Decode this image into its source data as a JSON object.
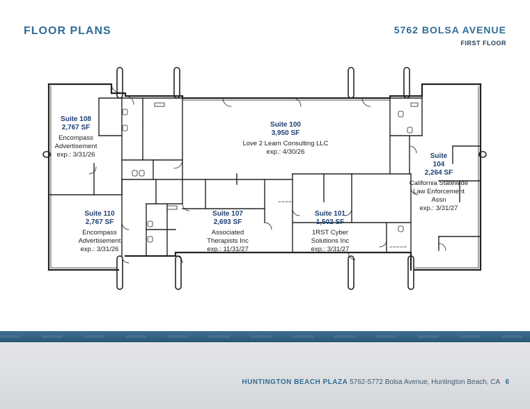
{
  "header": {
    "title": "FLOOR PLANS",
    "address": "5762 BOLSA AVENUE",
    "floor": "FIRST FLOOR"
  },
  "suites": [
    {
      "suite": "Suite 108",
      "sf": "2,767 SF",
      "tenant": "Encompass",
      "tenant2": "Advertisement",
      "exp": "exp.: 3/31/26"
    },
    {
      "suite": "Suite 100",
      "sf": "3,950 SF",
      "tenant": "Love 2 Learn Consulting LLC",
      "tenant2": "",
      "exp": "exp.: 4/30/26"
    },
    {
      "suite": "Suite",
      "suite2": "104",
      "sf": "2,264 SF",
      "tenant": "California Statewide",
      "tenant2": "Law Enforcement",
      "tenant3": "Assn",
      "exp": "exp.: 3/31/27"
    },
    {
      "suite": "Suite 110",
      "sf": "2,767 SF",
      "tenant": "Encompass",
      "tenant2": "Advertisement",
      "exp": "exp.: 3/31/26"
    },
    {
      "suite": "Suite 107",
      "sf": "2,693 SF",
      "tenant": "Associated",
      "tenant2": "Therapists Inc",
      "exp": "exp.: 11/31/27"
    },
    {
      "suite": "Suite 101",
      "sf": "1,502 SF",
      "tenant": "1RST Cyber",
      "tenant2": "Solutions Inc",
      "exp": "exp.: 3/31/27"
    }
  ],
  "footer": {
    "plaza": "HUNTINGTON BEACH PLAZA",
    "address": "5762-5772 Bolsa Avenue, Huntington Beach, CA",
    "page": "6"
  },
  "colors": {
    "accent": "#2f6d96",
    "wall": "#222222",
    "label_blue": "#1e3f73"
  }
}
